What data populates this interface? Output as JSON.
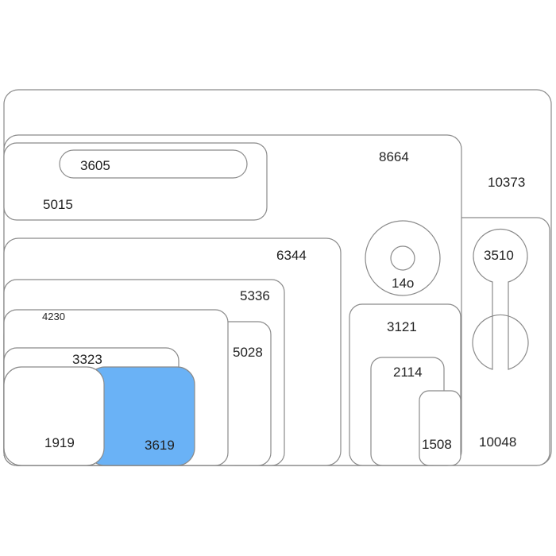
{
  "colors": {
    "outline": "#8a8a8a",
    "fill": "#ffffff",
    "highlight": "#6ab2f6",
    "text": "#222222"
  },
  "labels": {
    "outer": "10373",
    "panel_8664": "8664",
    "panel_5015": "5015",
    "pill_3605": "3605",
    "right_panel_10048": "10048",
    "dumbbell_3510": "3510",
    "ring_14o": "14o",
    "box_3121": "3121",
    "box_2114": "2114",
    "box_1508": "1508",
    "box_6344": "6344",
    "box_5336": "5336",
    "box_5028": "5028",
    "box_4230": "4230",
    "box_3323": "3323",
    "box_1919": "1919",
    "box_3619": "3619"
  }
}
